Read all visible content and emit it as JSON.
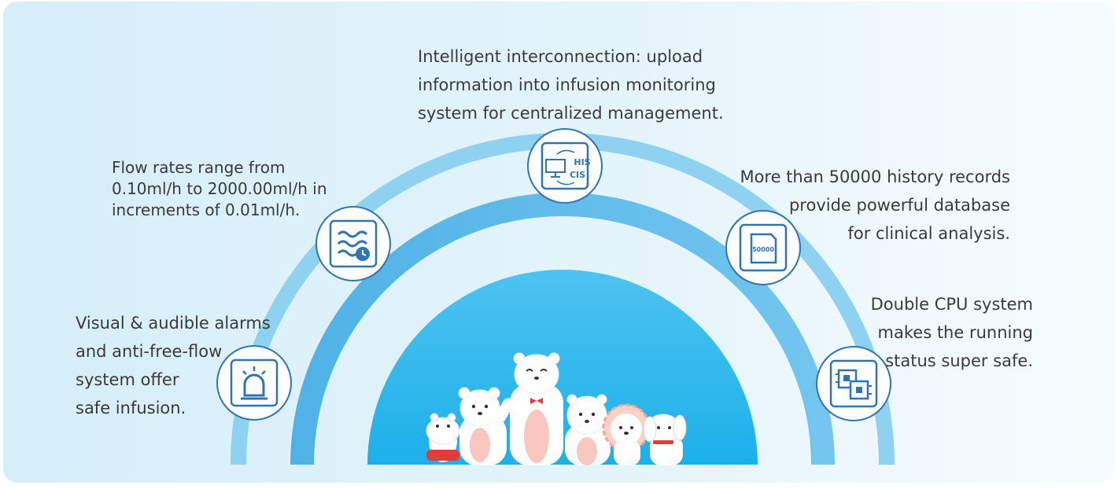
{
  "features": [
    {
      "icon": "alarm-light-icon",
      "text": "Visual & audible alarms\nand anti-free-flow\nsystem offer\nsafe infusion."
    },
    {
      "icon": "flow-rate-icon",
      "text": "Flow rates range from\n0.10ml/h to 2000.00ml/h in\nincrements of 0.01ml/h."
    },
    {
      "icon": "his-cis-network-icon",
      "text": "Intelligent interconnection: upload\ninformation into infusion monitoring\nsystem for centralized management.",
      "labels": [
        "HIS",
        "CIS"
      ]
    },
    {
      "icon": "history-records-icon",
      "text": "More than 50000 history records\nprovide powerful database\nfor clinical analysis.",
      "label": "50000"
    },
    {
      "icon": "double-cpu-icon",
      "text": "Double CPU system\nmakes the running\nstatus super safe."
    }
  ],
  "colors": {
    "arc_outer": "#8dd0f0",
    "arc_middle": "#5fb9e6",
    "arc_inner": "#28b6ec",
    "icon_stroke": "#2f74b5",
    "text": "#3a3a3a"
  }
}
